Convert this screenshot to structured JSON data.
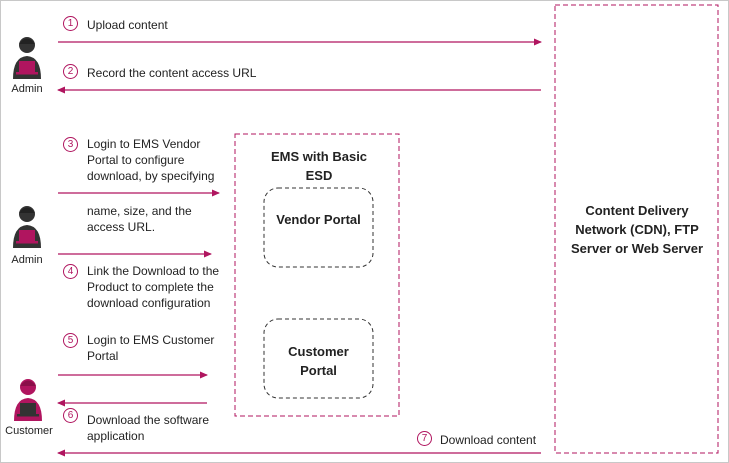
{
  "colors": {
    "accent": "#b0155f",
    "figure": "#333333"
  },
  "actors": {
    "admin1": {
      "label": "Admin",
      "icon": "admin-person-icon"
    },
    "admin2": {
      "label": "Admin",
      "icon": "admin-person-icon"
    },
    "customer": {
      "label": "Customer",
      "icon": "customer-person-icon"
    }
  },
  "steps": [
    {
      "num": "1",
      "text": "Upload content"
    },
    {
      "num": "2",
      "text": "Record the content access URL"
    },
    {
      "num": "3",
      "text_a": "Login to EMS Vendor Portal to configure download, by specifying",
      "text_b": "name, size, and the access URL."
    },
    {
      "num": "4",
      "text": "Link the Download to the Product to complete the download configuration"
    },
    {
      "num": "5",
      "text": "Login to EMS Customer Portal"
    },
    {
      "num": "6",
      "text": "Download the software application"
    },
    {
      "num": "7",
      "text": "Download content"
    }
  ],
  "ems": {
    "title": "EMS with Basic ESD",
    "vendor_portal": "Vendor Portal",
    "customer_portal": "Customer Portal"
  },
  "server": {
    "label": "Content Delivery Network (CDN), FTP Server or Web Server"
  }
}
